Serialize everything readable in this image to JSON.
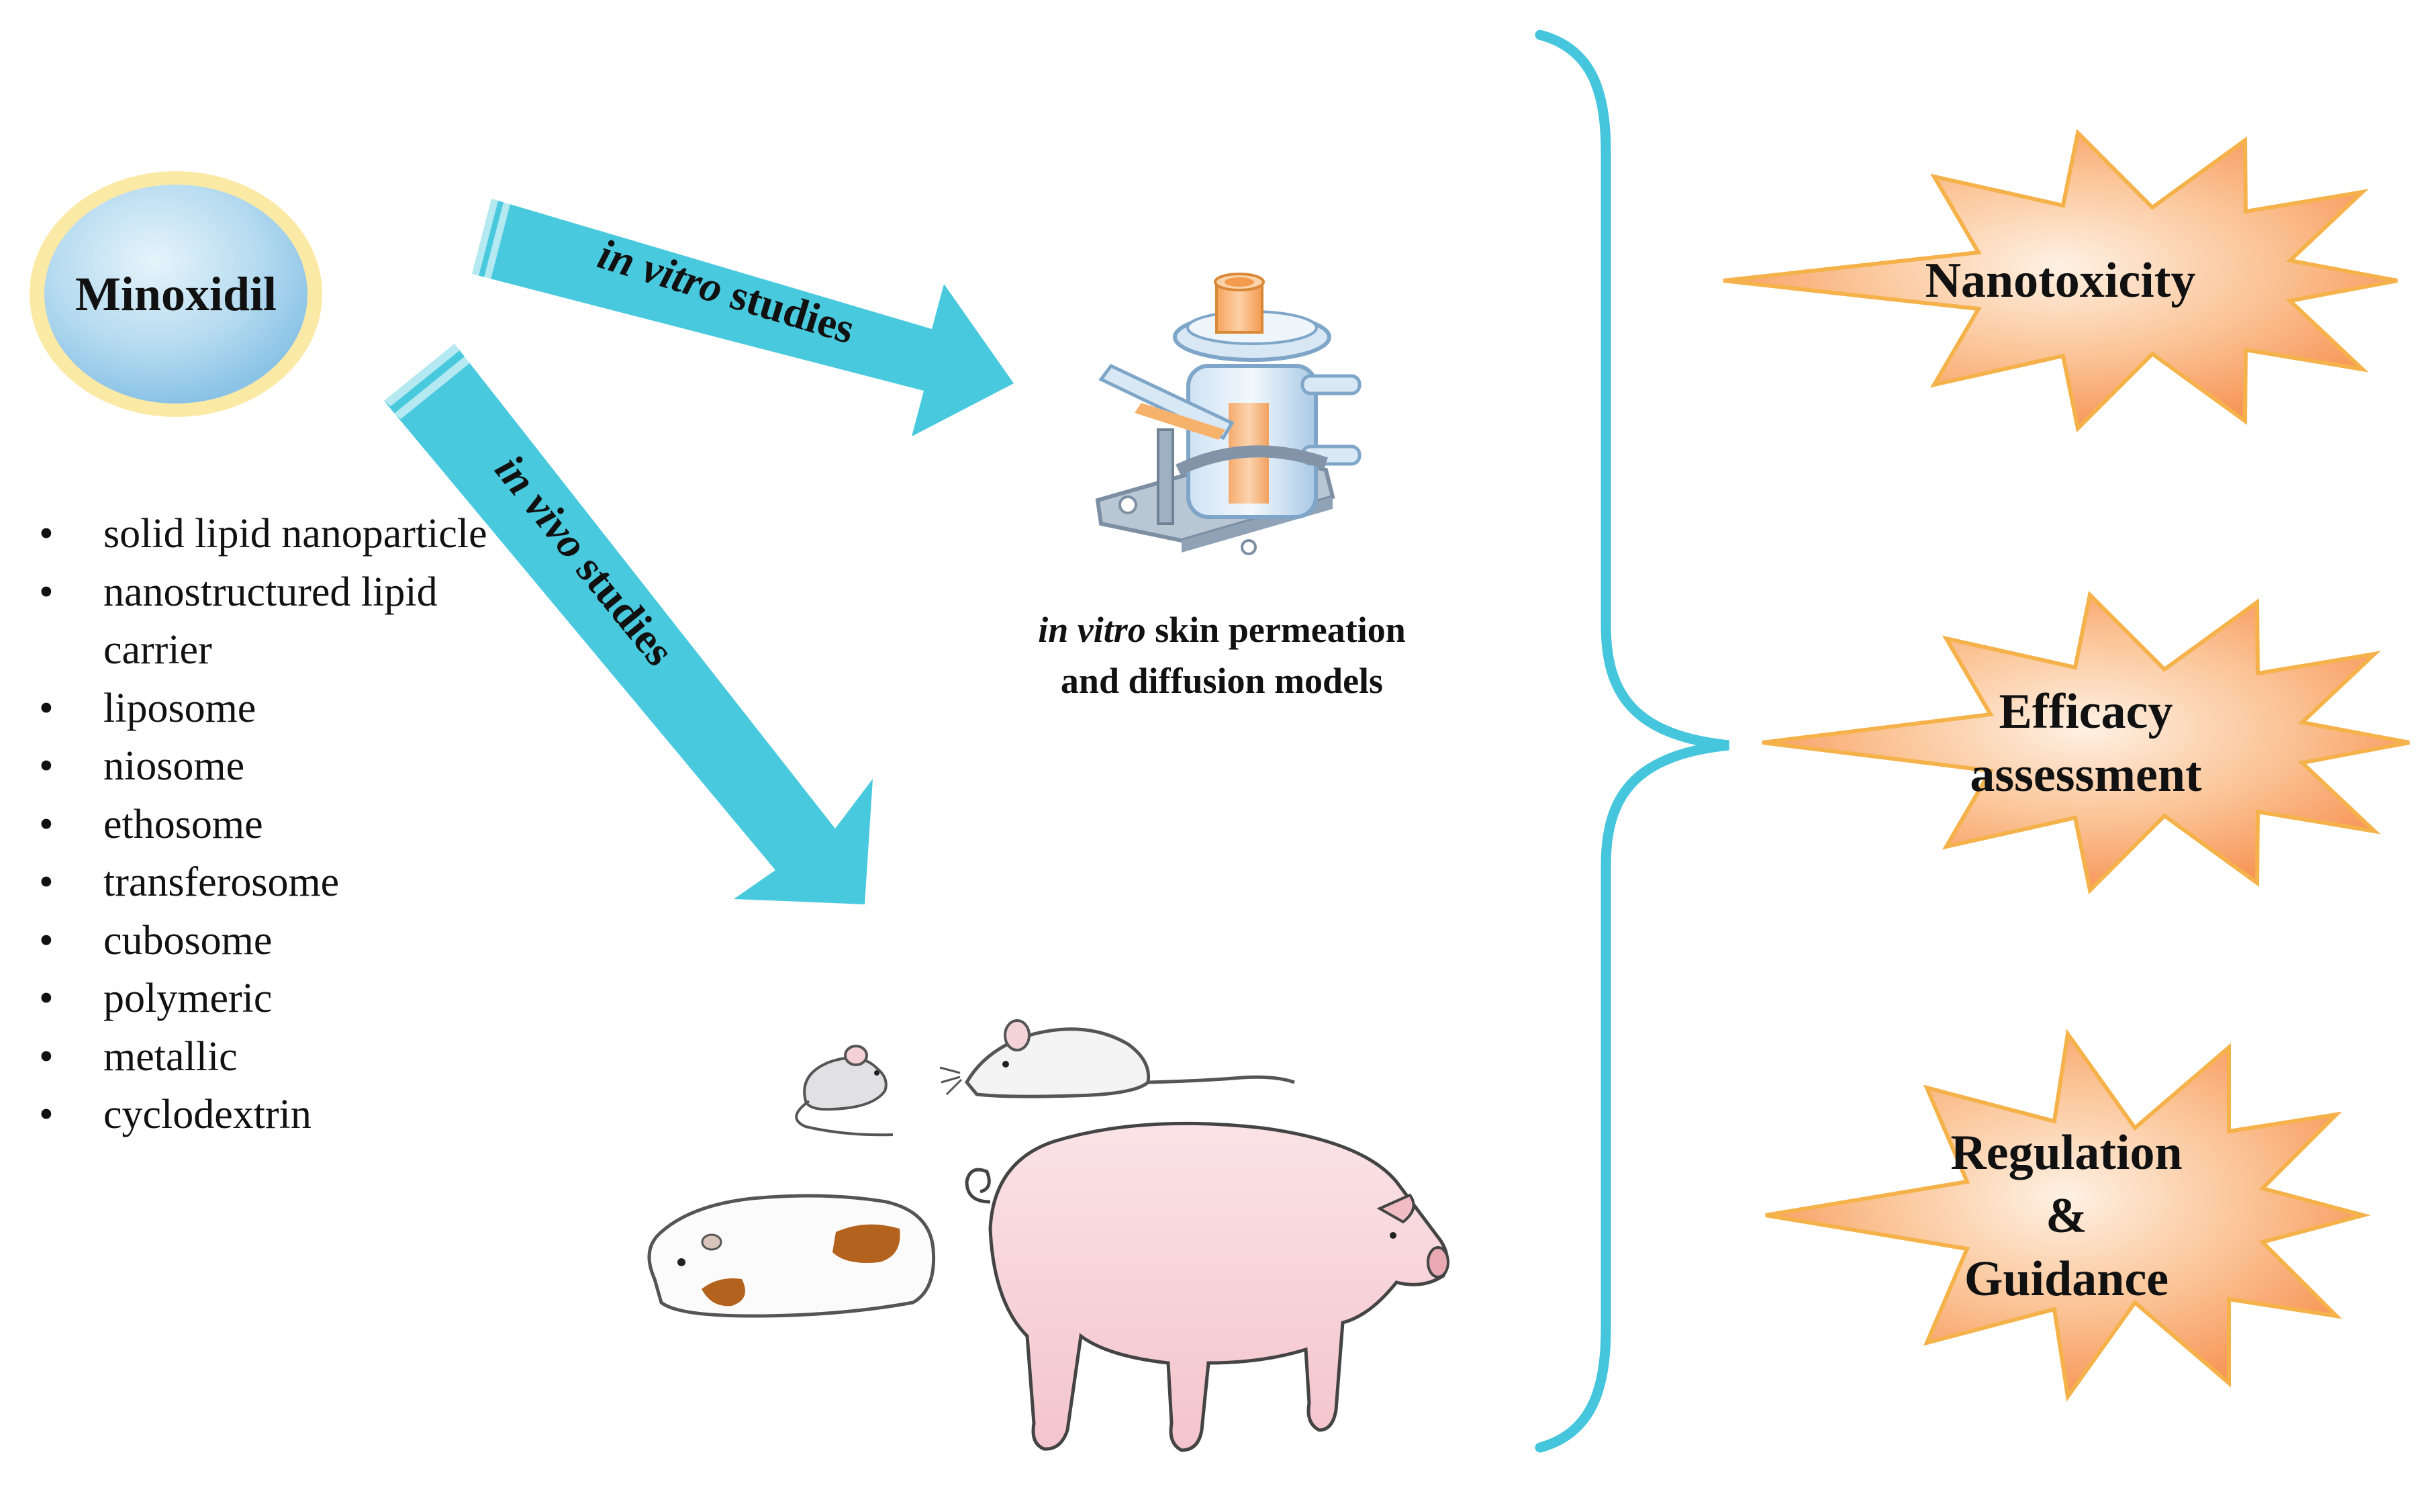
{
  "center": {
    "label": "Minoxidil"
  },
  "formulations": [
    "solid lipid nanoparticle",
    "nanostructured lipid carrier",
    "liposome",
    "niosome",
    "ethosome",
    "transferosome",
    "cubosome",
    "polymeric",
    "metallic",
    "cyclodextrin"
  ],
  "arrows": {
    "in_vitro": {
      "italic": "in vitro",
      "rest": " studies"
    },
    "in_vivo": {
      "italic": "in vivo",
      "rest": " studies"
    }
  },
  "in_vitro_caption": {
    "italic": "in vitro",
    "line1_rest": " skin permeation",
    "line2": "and diffusion models"
  },
  "outcomes": {
    "top": "Nanotoxicity",
    "middle_line1": "Efficacy",
    "middle_line2": "assessment",
    "bottom_line1": "Regulation",
    "bottom_line2": "&",
    "bottom_line3": "Guidance"
  },
  "colors": {
    "arrow": "#48c9de",
    "brace": "#45c6dd",
    "burst_fill": "#f9a062",
    "burst_stroke": "#f6b24a",
    "circle_border": "#fbe9a6",
    "circle_fill": "#9fcde9"
  }
}
